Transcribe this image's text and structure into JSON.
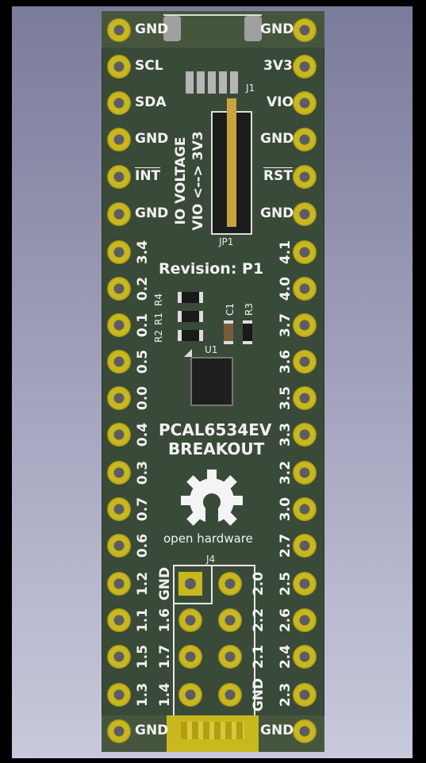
{
  "board": {
    "left_pins": [
      "GND",
      "SCL",
      "SDA",
      "GND",
      "INT",
      "GND"
    ],
    "right_pins": [
      "GND",
      "3V3",
      "VIO",
      "GND",
      "RST",
      "GND"
    ],
    "left_ports": [
      "3.4",
      "0.2",
      "0.1",
      "0.5",
      "0.0",
      "0.4",
      "0.3",
      "0.7",
      "0.6",
      "1.2",
      "1.1",
      "1.5",
      "1.3"
    ],
    "right_ports": [
      "4.1",
      "4.0",
      "3.7",
      "3.6",
      "3.5",
      "3.3",
      "3.2",
      "3.0",
      "2.7",
      "2.5",
      "2.6",
      "2.4",
      "2.3"
    ],
    "bottom_left": "GND",
    "bottom_right": "GND",
    "revision": "Revision: P1",
    "title_line1": "PCAL6534EV",
    "title_line2": "BREAKOUT",
    "oshw_text": "open hardware",
    "io_voltage_line1": "IO VOLTAGE",
    "io_voltage_line2": "VIO <--> 3V3",
    "refs": {
      "j1": "J1",
      "jp1": "JP1",
      "u1": "U1",
      "j4": "J4",
      "r4": "R4",
      "r1": "R1",
      "r2": "R2",
      "c1": "C1",
      "r3": "R3"
    },
    "j4_left": [
      "GND",
      "1.6",
      "1.7",
      "1.4"
    ],
    "j4_right": [
      "2.0",
      "2.2",
      "2.1",
      "GND"
    ]
  },
  "colors": {
    "soldermask": "#3a4a38",
    "pad": "#c8b81e",
    "silkscreen": "#f2f2f2",
    "background_top": "#7b7b9b"
  }
}
